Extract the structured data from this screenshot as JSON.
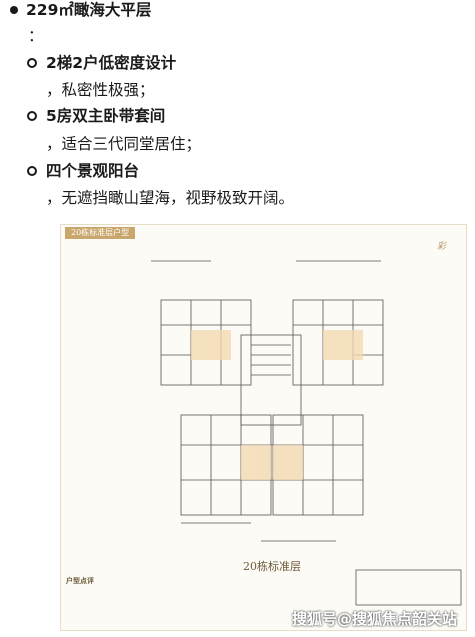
{
  "items": [
    {
      "level": 1,
      "title": "229㎡瞰海大平层",
      "detail": "："
    },
    {
      "level": 2,
      "title": "2梯2户低密度设计",
      "detail": "，私密性极强；"
    },
    {
      "level": 2,
      "title": "5房双主卧带套间",
      "detail": "，适合三代同堂居住；"
    },
    {
      "level": 2,
      "title": "四个景观阳台",
      "detail": "，无遮挡瞰山望海，视野极致开阔。"
    }
  ],
  "floor_plan": {
    "tag": "20栋标准层户型",
    "floor_title": "20栋标准层",
    "legend_title": "户型点评",
    "logo": "彩"
  },
  "watermark": "搜狐号@搜狐焦点韶关站",
  "colors": {
    "accent": "#c9a66b",
    "text": "#1a1a1a",
    "plan_line": "#555555",
    "living_area": "#f3d9b1"
  }
}
